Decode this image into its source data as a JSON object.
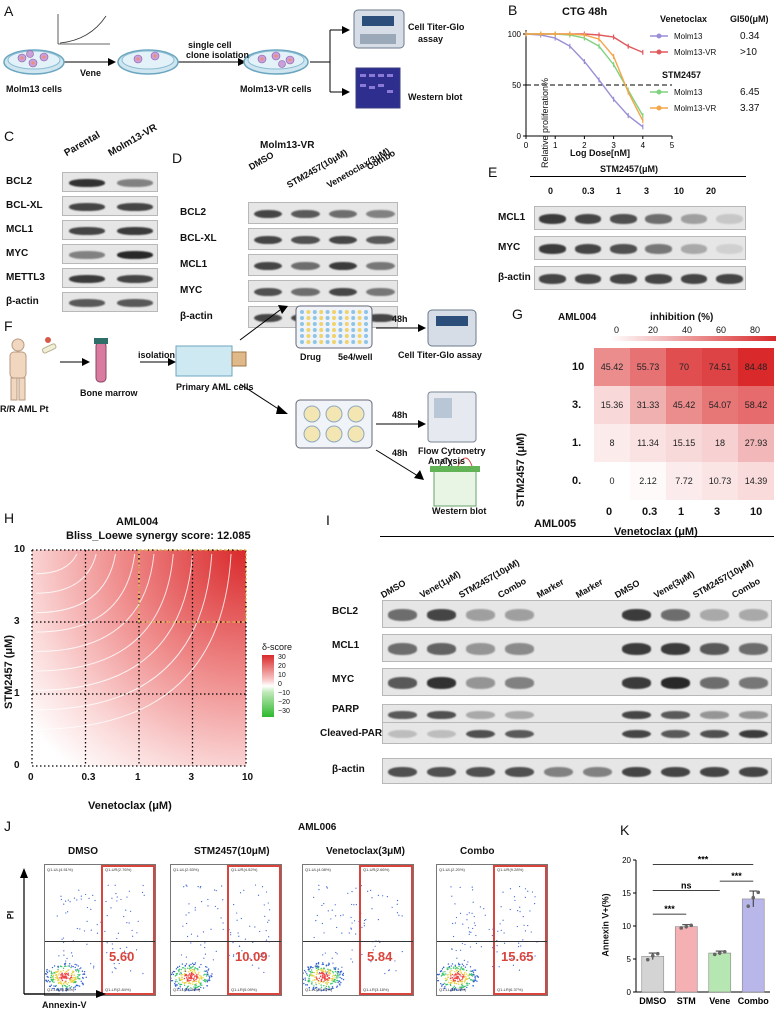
{
  "panels": {
    "a": "A",
    "b": "B",
    "c": "C",
    "d": "D",
    "e": "E",
    "f": "F",
    "g": "G",
    "h": "H",
    "i": "I",
    "j": "J",
    "k": "K"
  },
  "panel_a": {
    "vene": "Vene",
    "molm13": "Molm13 cells",
    "single_cell": "single cell",
    "clone_isolation": "clone isolation",
    "molm13_vr": "Molm13-VR cells",
    "ctg1": "Cell Titer-Glo",
    "ctg2": "assay",
    "western": "Western blot"
  },
  "panel_b": {
    "chart_data": {
      "type": "line",
      "title": "CTG 48h",
      "xlabel": "Log Dose[nM]",
      "ylabel": "Relative proliferation%",
      "xlim": [
        0,
        5
      ],
      "ylim": [
        0,
        100
      ],
      "xticks": [
        "0",
        "1",
        "2",
        "3",
        "4",
        "5"
      ],
      "yticks": [
        "0",
        "50",
        "100"
      ],
      "reference_line": 50,
      "series": [
        {
          "name": "Molm13",
          "group": "Venetoclax",
          "color": "#9a8fd6",
          "x": [
            0,
            0.5,
            1,
            1.5,
            2,
            2.5,
            3,
            3.5,
            4
          ],
          "y": [
            100,
            99,
            96,
            88,
            73,
            55,
            36,
            20,
            9
          ]
        },
        {
          "name": "Molm13-VR",
          "group": "Venetoclax",
          "color": "#e0595d",
          "x": [
            0,
            0.5,
            1,
            1.5,
            2,
            2.5,
            3,
            3.5,
            4
          ],
          "y": [
            100,
            100,
            100,
            100,
            100,
            99,
            97,
            88,
            82
          ]
        },
        {
          "name": "Molm13",
          "group": "STM2457",
          "color": "#7fd27f",
          "x": [
            0,
            0.5,
            1,
            1.5,
            2,
            2.5,
            3,
            3.5,
            4
          ],
          "y": [
            100,
            100,
            100,
            99,
            96,
            88,
            70,
            45,
            20
          ]
        },
        {
          "name": "Molm13-VR",
          "group": "STM2457",
          "color": "#f5a54a",
          "x": [
            0,
            0.5,
            1,
            1.5,
            2,
            2.5,
            3,
            3.5,
            4
          ],
          "y": [
            100,
            100,
            100,
            100,
            99,
            95,
            78,
            43,
            15
          ]
        }
      ],
      "legend": {
        "group1": "Venetoclax",
        "gi50_header": "GI50(μM)",
        "group2": "STM2457",
        "entries": [
          {
            "label": "Molm13",
            "value": "0.34",
            "color": "#9a8fd6"
          },
          {
            "label": "Molm13-VR",
            "value": ">10",
            "color": "#e0595d"
          },
          {
            "label": "Molm13",
            "value": "6.45",
            "color": "#7fd27f"
          },
          {
            "label": "Molm13-VR",
            "value": "3.37",
            "color": "#f5a54a"
          }
        ]
      }
    }
  },
  "panel_c": {
    "cols": [
      "Parental",
      "Molm13-VR"
    ],
    "rows": [
      "BCL2",
      "BCL-XL",
      "MCL1",
      "MYC",
      "METTL3",
      "β-actin"
    ]
  },
  "panel_d": {
    "title": "Molm13-VR",
    "cols": [
      "DMSO",
      "STM2457(10μM)",
      "Venetoclax(3μM)",
      "Combo"
    ],
    "rows": [
      "BCL2",
      "BCL-XL",
      "MCL1",
      "MYC",
      "β-actin"
    ]
  },
  "panel_e": {
    "title": "STM2457(μM)",
    "doses": [
      "0",
      "0.3",
      "1",
      "3",
      "10",
      "20"
    ],
    "rows": [
      "MCL1",
      "MYC",
      "β-actin"
    ]
  },
  "panel_f": {
    "patient": "R/R AML Pt",
    "bone_marrow": "Bone marrow",
    "isolation": "isolation",
    "primary": "Primary AML cells",
    "drug": "Drug",
    "per_well": "5e4/well",
    "h48a": "48h",
    "h48b": "48h",
    "h48c": "48h",
    "ctg": "Cell Titer-Glo assay",
    "flow1": "Flow Cytometry",
    "flow2": "Analysis",
    "western": "Western blot"
  },
  "panel_g": {
    "chart_data": {
      "type": "heatmap",
      "title": "AML004",
      "legend_title": "inhibition (%)",
      "legend_ticks": [
        "0",
        "20",
        "40",
        "60",
        "80"
      ],
      "xlabel": "Venetoclax (μM)",
      "ylabel": "STM2457 (μM)",
      "x_categories": [
        "0",
        "0.3",
        "1",
        "3",
        "10"
      ],
      "y_categories": [
        "10",
        "3.",
        "1.",
        "0."
      ],
      "values": [
        [
          45.42,
          55.73,
          70,
          74.51,
          84.48
        ],
        [
          15.36,
          31.33,
          45.42,
          54.07,
          58.42
        ],
        [
          8,
          11.34,
          15.15,
          18,
          27.93
        ],
        [
          0,
          2.12,
          7.72,
          10.73,
          14.39
        ]
      ],
      "cell_labels": [
        [
          "45.42",
          "55.73",
          "70",
          "74.51",
          "84.48"
        ],
        [
          "15.36",
          "31.33",
          "45.42",
          "54.07",
          "58.42"
        ],
        [
          "8",
          "11.34",
          "15.15",
          "18",
          "27.93"
        ],
        [
          "0",
          "2.12",
          "7.72",
          "10.73",
          "14.39"
        ]
      ],
      "colors": {
        "low": "#ffffff",
        "high": "#d9292b"
      }
    }
  },
  "panel_h": {
    "chart_data": {
      "type": "heatmap",
      "title": "AML004",
      "subtitle": "Bliss_Loewe synergy score: 12.085",
      "xlabel": "Venetoclax (μM)",
      "ylabel": "STM2457 (μM)",
      "x_ticks": [
        "0",
        "0.3",
        "1",
        "3",
        "10"
      ],
      "y_ticks": [
        "0",
        "1",
        "3",
        "10"
      ],
      "legend_title": "δ-score",
      "legend_ticks": [
        "30",
        "20",
        "10",
        "0",
        "−10",
        "−20",
        "−30"
      ],
      "colors": {
        "positive": "#d9292b",
        "zero": "#ffffff",
        "negative": "#2eb82e"
      }
    }
  },
  "panel_i": {
    "title": "AML005",
    "cols": [
      "DMSO",
      "Vene(1μM)",
      "STM2457(10μM)",
      "Combo",
      "Marker",
      "Marker",
      "DMSO",
      "Vene(3μM)",
      "STM2457(10μM)",
      "Combo"
    ],
    "rows": [
      "BCL2",
      "MCL1",
      "MYC",
      "PARP",
      "Cleaved-PARP",
      "β-actin"
    ]
  },
  "panel_j": {
    "title": "AML006",
    "plots": [
      {
        "name": "DMSO",
        "value": "5.60",
        "ul": "Q1-UL(4.51%)",
        "ur": "Q1-UR(2.76%)",
        "ll": "Q1-LL(89.88%)",
        "lr": "Q1-LR(2.84%)"
      },
      {
        "name": "STM2457(10μM)",
        "value": "10.09",
        "ul": "Q1-UL(2.53%)",
        "ur": "Q1-UR(4.52%)",
        "ll": "Q1-LL(87.38%)",
        "lr": "Q1-LR(5.09%)"
      },
      {
        "name": "Venetoclax(3μM)",
        "value": "5.84",
        "ul": "Q1-UL(4.08%)",
        "ur": "Q1-UR(2.66%)",
        "ll": "Q1-LL(89.99%)",
        "lr": "Q1-LR(3.18%)"
      },
      {
        "name": "Combo",
        "value": "15.65",
        "ul": "Q1-UL(2.20%)",
        "ur": "Q1-UR(9.28%)",
        "ll": "Q1-LL(82.15%)",
        "lr": "Q1-LR(6.37%)"
      }
    ],
    "ylabel": "PI",
    "xlabel": "Annexin-V"
  },
  "panel_k": {
    "chart_data": {
      "type": "bar",
      "categories": [
        "DMSO",
        "STM",
        "Vene",
        "Combo"
      ],
      "values": [
        5.4,
        9.9,
        5.9,
        14.1
      ],
      "errors": [
        0.5,
        0.3,
        0.3,
        1.2
      ],
      "points": [
        [
          4.9,
          5.5,
          5.8
        ],
        [
          9.7,
          9.9,
          10.1
        ],
        [
          5.7,
          5.9,
          6.1
        ],
        [
          13.0,
          14.3,
          15.1
        ]
      ],
      "colors": [
        "#d4d4d4",
        "#f5b0b3",
        "#b6e6b2",
        "#b9b6ea"
      ],
      "ylabel": "Annexin V+(%)",
      "ylim": [
        0,
        20
      ],
      "yticks": [
        "0",
        "5",
        "10",
        "15",
        "20"
      ],
      "significance": [
        {
          "from": 0,
          "to": 1,
          "label": "***"
        },
        {
          "from": 0,
          "to": 2,
          "label": "ns"
        },
        {
          "from": 2,
          "to": 3,
          "label": "***"
        },
        {
          "from": 0,
          "to": 3,
          "label": "***"
        }
      ]
    }
  }
}
